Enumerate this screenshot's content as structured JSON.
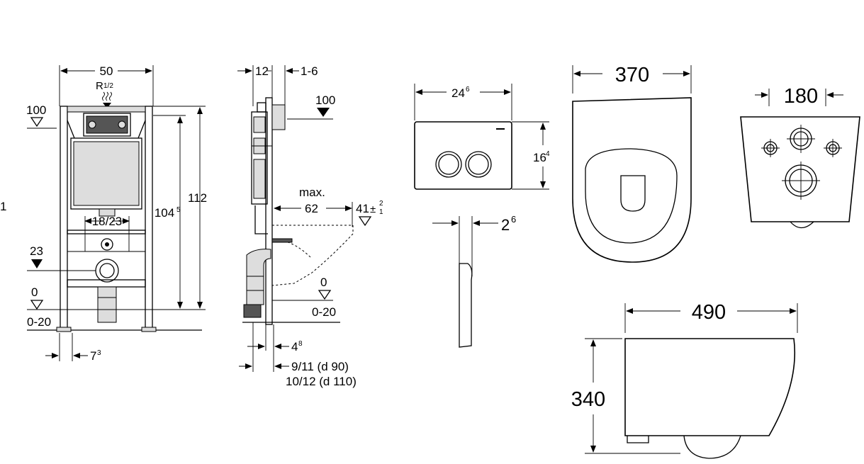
{
  "frame_front": {
    "width": "50",
    "pipe_label": "R",
    "pipe_fraction": "1/2",
    "level_100": "100",
    "height_total": "112",
    "height_main": "104",
    "height_main_sup": "5",
    "bolt_spacing": "18/23",
    "level_23": "23",
    "level_0": "0",
    "range_0_20": "0-20",
    "foot_offset": "7",
    "foot_offset_sup": "3",
    "edge_mark": "1"
  },
  "frame_side": {
    "depth_top": "12",
    "adjust": "1-6",
    "level_100": "100",
    "max_label": "max.",
    "projection": "62",
    "outlet_height": "41",
    "outlet_tol_plus": "2",
    "outlet_tol_minus": "1",
    "level_0": "0",
    "range_0_20": "0-20",
    "offset_a": "4",
    "offset_a_sup": "8",
    "offset_b": "9/11 (d 90)",
    "offset_c": "10/12 (d 110)"
  },
  "flush_plate": {
    "width": "24",
    "width_sup": "6",
    "height": "16",
    "height_sup": "4",
    "thickness": "2",
    "thickness_sup": "6"
  },
  "toilet": {
    "top_width": "370",
    "rear_width": "180",
    "side_length": "490",
    "side_height": "340"
  }
}
